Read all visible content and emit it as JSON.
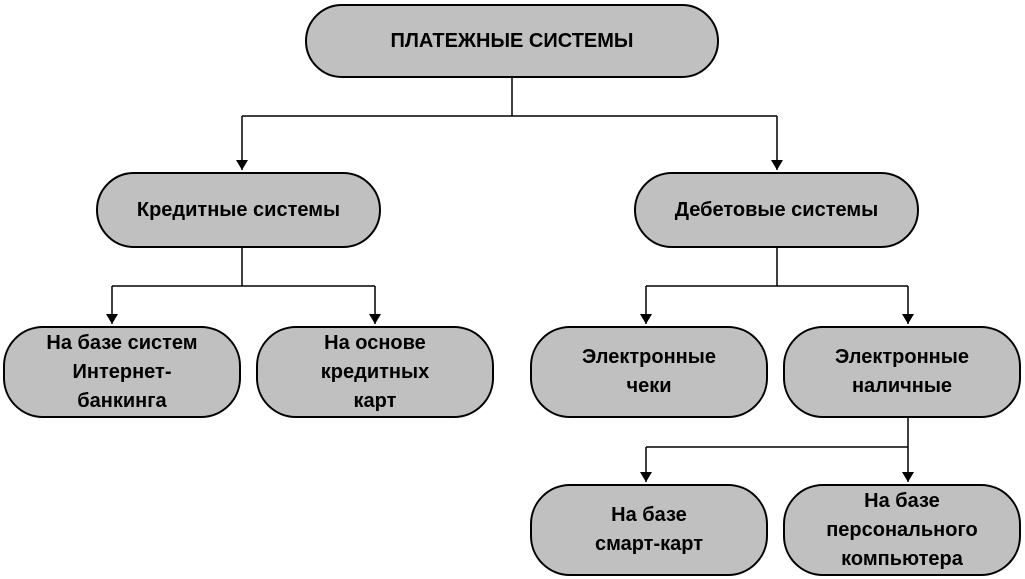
{
  "root": "ПЛАТЕЖНЫЕ СИСТЕМЫ",
  "credit": {
    "title": "Кредитные системы",
    "children": [
      "На базе систем\nИнтернет-\nбанкинга",
      "На основе\nкредитных\nкарт"
    ]
  },
  "debit": {
    "title": "Дебетовые системы",
    "children": [
      "Электронные\nчеки",
      "Электронные\nналичные"
    ]
  },
  "cash": {
    "children": [
      "На базе\nсмарт-карт",
      "На базе\nперсонального\nкомпьютера"
    ]
  },
  "colors": {
    "node_fill": "#c0c0c0",
    "stroke": "#000000"
  }
}
